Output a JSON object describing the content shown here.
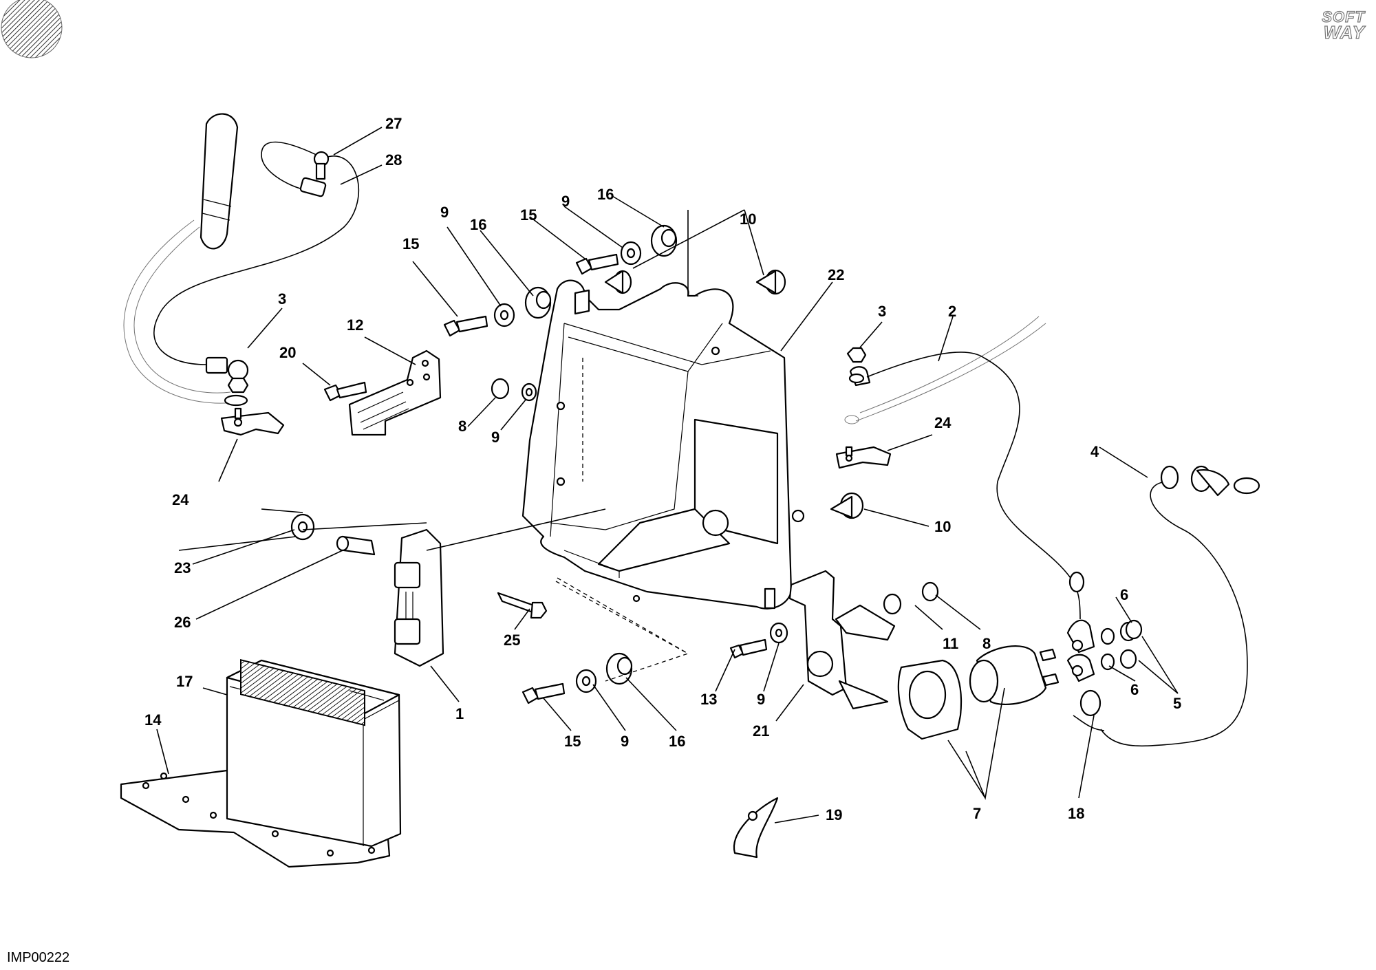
{
  "drawing_code": "IMP00222",
  "brand": {
    "line1": "SOFT",
    "line2": "WAY"
  },
  "callouts": {
    "c27": "27",
    "c28": "28",
    "c3a": "3",
    "c20": "20",
    "c12": "12",
    "c24a": "24",
    "c15a": "15",
    "c9a": "9",
    "c16a": "16",
    "c15b": "15",
    "c9b": "9",
    "c16b": "16",
    "c10a": "10",
    "c22": "22",
    "c8a": "8",
    "c9c": "9",
    "c3b": "3",
    "c2": "2",
    "c24b": "24",
    "c4": "4",
    "c10b": "10",
    "c23": "23",
    "c26": "26",
    "c25": "25",
    "c1": "1",
    "c17": "17",
    "c14": "14",
    "c15c": "15",
    "c9d": "9",
    "c16c": "16",
    "c13": "13",
    "c9e": "9",
    "c21": "21",
    "c11": "11",
    "c8b": "8",
    "c6a": "6",
    "c6b": "6",
    "c5": "5",
    "c7": "7",
    "c18": "18",
    "c19": "19"
  }
}
